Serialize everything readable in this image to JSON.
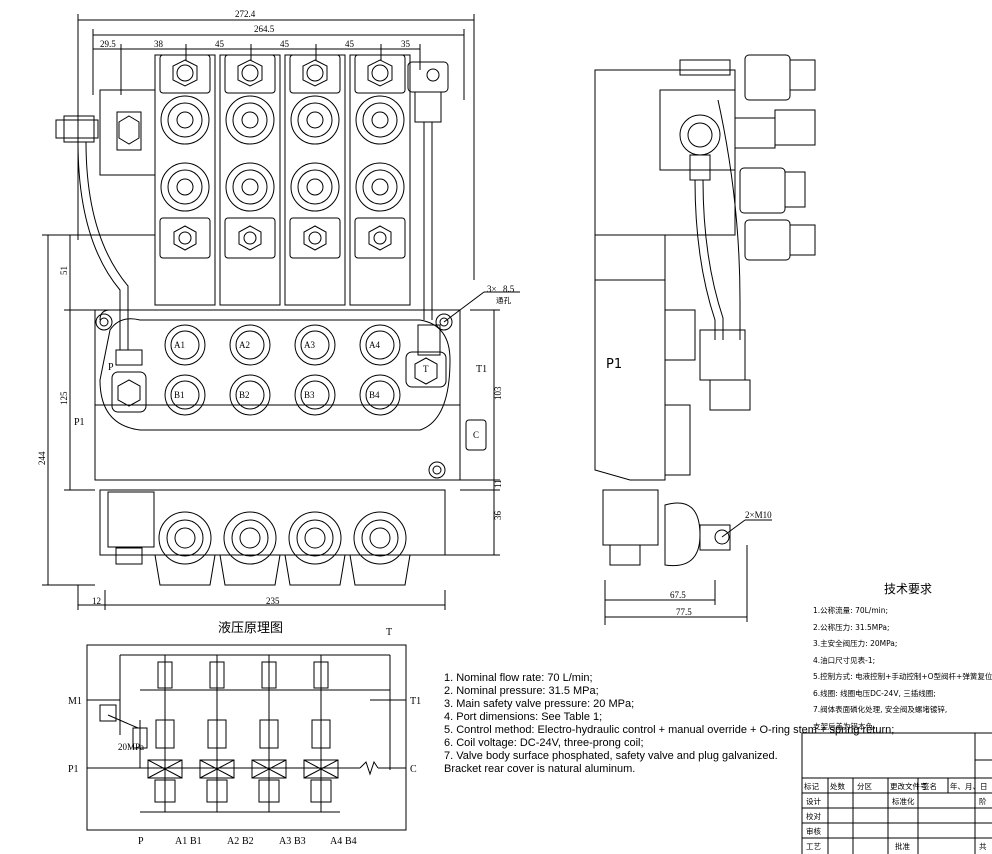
{
  "front_view": {
    "dims": {
      "overall_width": "272.4",
      "body_width": "264.5",
      "offset_left": "29.5",
      "pitch_1": "38",
      "pitch_2": "45",
      "pitch_3": "45",
      "pitch_4": "45",
      "pitch_5": "35",
      "height_51": "51",
      "height_125": "125",
      "height_244": "244",
      "height_103": "103",
      "height_11": "11",
      "height_36": "36",
      "bottom_12": "12",
      "bottom_235": "235",
      "hole_note": "3×",
      "hole_dia": "8.5",
      "hole_through": "通孔"
    },
    "ports_a": [
      "A1",
      "A2",
      "A3",
      "A4"
    ],
    "ports_b": [
      "B1",
      "B2",
      "B3",
      "B4"
    ],
    "port_p": "P",
    "port_p1": "P1",
    "port_t": "T",
    "port_t1": "T1",
    "port_c": "C"
  },
  "side_view": {
    "port_p1": "P1",
    "thread": "2×M10",
    "dim_67": "67.5",
    "dim_77": "77.5"
  },
  "schematic": {
    "title": "液压原理图",
    "label_t": "T",
    "label_m1": "M1",
    "label_t1": "T1",
    "label_p1": "P1",
    "label_c": "C",
    "relief": "20MPa",
    "bottom_labels": [
      "P",
      "A1",
      "B1",
      "A2",
      "B2",
      "A3",
      "B3",
      "A4",
      "B4"
    ]
  },
  "notes_en": [
    "1. Nominal flow rate: 70 L/min;",
    "2. Nominal pressure: 31.5 MPa;",
    "3. Main safety valve pressure: 20 MPa;",
    "4. Port dimensions: See Table 1;",
    "5. Control method: Electro-hydraulic control + manual override + O-ring stem + spring return;",
    "6. Coil voltage: DC-24V, three-prong coil;",
    "7. Valve body surface phosphated, safety valve and plug galvanized.",
    "Bracket rear cover is natural aluminum."
  ],
  "tech_requirements": {
    "title": "技术要求",
    "items": [
      "1.公称流量: 70L/min;",
      "2.公称压力: 31.5MPa;",
      "3.主安全阀压力: 20MPa;",
      "4.油口尺寸见表-1;",
      "5.控制方式: 电液控制+手动控制+O型阀杆+弹簧复位",
      "6.线圈: 线圈电压DC-24V, 三插线圈;",
      "7.阀体表面磷化处理, 安全阀及螺堵镀锌,",
      "支架后盖为铝本色."
    ]
  },
  "title_block": {
    "header": [
      "标记",
      "处数",
      "分区",
      "更改文件号",
      "签名",
      "年、月、日"
    ],
    "rows": [
      "设计",
      "校对",
      "审核",
      "工艺"
    ],
    "standard": "标准化",
    "approve": "批准",
    "stage": "阶",
    "total": "共"
  }
}
